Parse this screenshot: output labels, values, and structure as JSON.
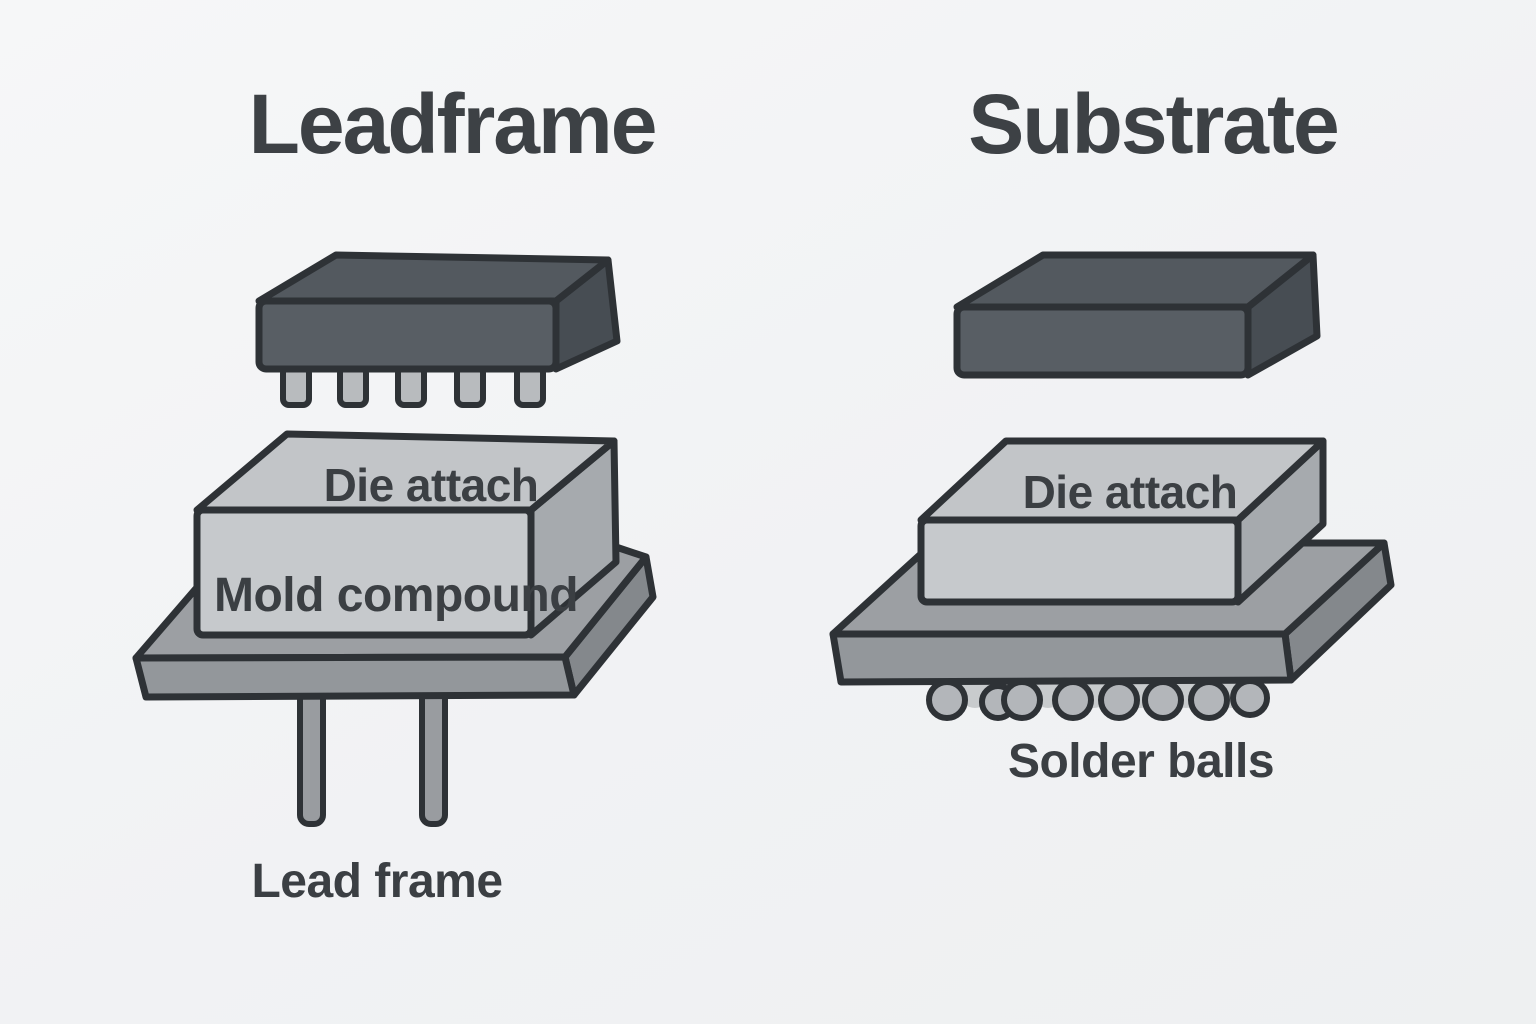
{
  "page": {
    "description": "Comparison diagram of semiconductor package types: leadframe package versus substrate (BGA) package"
  },
  "colors": {
    "page_bg": "#f2f3f4",
    "outline": "#2e3236",
    "title": "#3d4145",
    "text": "#3b3f43",
    "chip_front": "#585e64",
    "chip_top": "#53595f",
    "chip_side": "#474d53",
    "block_front": "#c6c9cc",
    "block_top": "#c2c5c8",
    "block_side": "#a6aaae",
    "base_top": "#9c9fa3",
    "base_front": "#93979b",
    "base_side": "#84888c",
    "pin": "#b8bbbe",
    "leg": "#999ca0",
    "ball": "#b3b6ba",
    "ball_shadow": "#c8cbcd"
  },
  "left_panel": {
    "title": "Leadframe",
    "die_attach_label": "Die attach",
    "mold_compound_label": "Mold compound",
    "lead_frame_label": "Lead frame"
  },
  "right_panel": {
    "title": "Substrate",
    "die_attach_label": "Die attach",
    "solder_balls_label": "Solder balls"
  }
}
